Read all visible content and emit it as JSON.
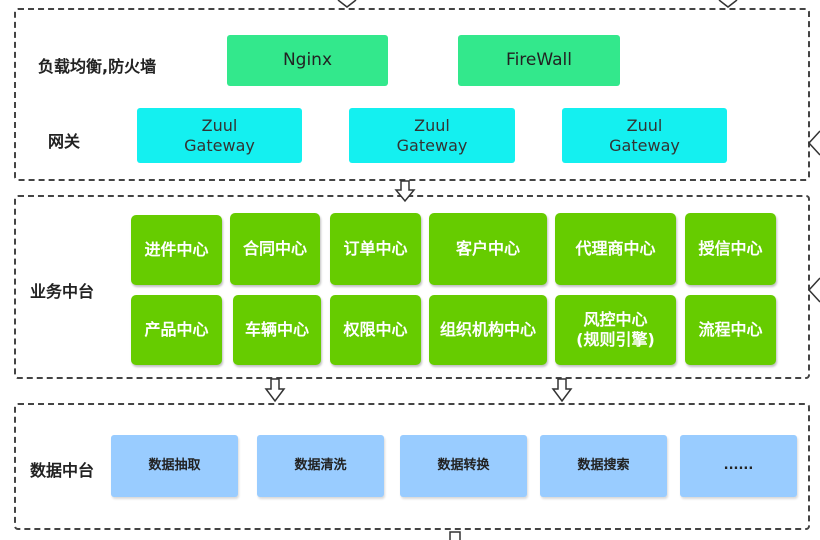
{
  "gateway_layer": {
    "lb_label": "负载均衡,防火墙",
    "gw_label": "网关",
    "top_boxes": [
      "Nginx",
      "FireWall"
    ],
    "gateways": [
      {
        "line1": "Zuul",
        "line2": "Gateway"
      },
      {
        "line1": "Zuul",
        "line2": "Gateway"
      },
      {
        "line1": "Zuul",
        "line2": "Gateway"
      }
    ]
  },
  "business_layer": {
    "label": "业务中台",
    "row1": [
      "进件中心",
      "合同中心",
      "订单中心",
      "客户中心",
      "代理商中心",
      "授信中心"
    ],
    "row2": [
      "产品中心",
      "车辆中心",
      "权限中心",
      "组织机构中心",
      "风控中心",
      "流程中心"
    ],
    "risk_note": "(规则引擎)"
  },
  "data_layer": {
    "label": "数据中台",
    "items": [
      "数据抽取",
      "数据清洗",
      "数据转换",
      "数据搜索",
      "......"
    ]
  },
  "colors": {
    "nginx_green": "#33e88c",
    "gateway_cyan": "#14f0f0",
    "business_green": "#66cc00",
    "data_blue": "#99ccff"
  }
}
